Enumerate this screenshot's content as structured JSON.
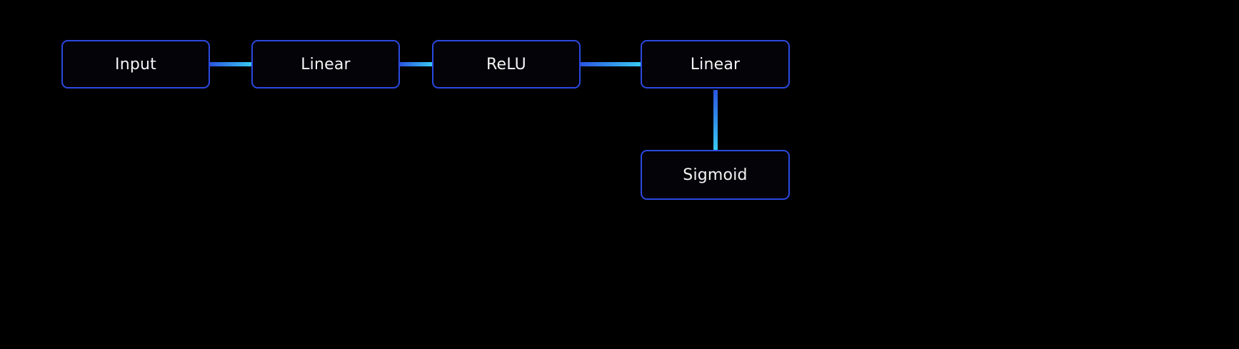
{
  "diagram": {
    "kind": "neural-network-flowchart",
    "colors": {
      "background": "#000000",
      "node_fill": "#030308",
      "node_border": "#2b49e0",
      "node_text": "#f5f5f5",
      "edge_start": "#2b55e0",
      "edge_end": "#38c9f2"
    },
    "nodes": [
      {
        "id": "input",
        "label": "Input"
      },
      {
        "id": "linear_1",
        "label": "Linear"
      },
      {
        "id": "relu",
        "label": "ReLU"
      },
      {
        "id": "linear_2",
        "label": "Linear"
      },
      {
        "id": "sigmoid",
        "label": "Sigmoid"
      }
    ],
    "edges": [
      {
        "from": "input",
        "to": "linear_1",
        "orientation": "horizontal"
      },
      {
        "from": "linear_1",
        "to": "relu",
        "orientation": "horizontal"
      },
      {
        "from": "relu",
        "to": "linear_2",
        "orientation": "horizontal"
      },
      {
        "from": "linear_2",
        "to": "sigmoid",
        "orientation": "vertical"
      }
    ]
  }
}
